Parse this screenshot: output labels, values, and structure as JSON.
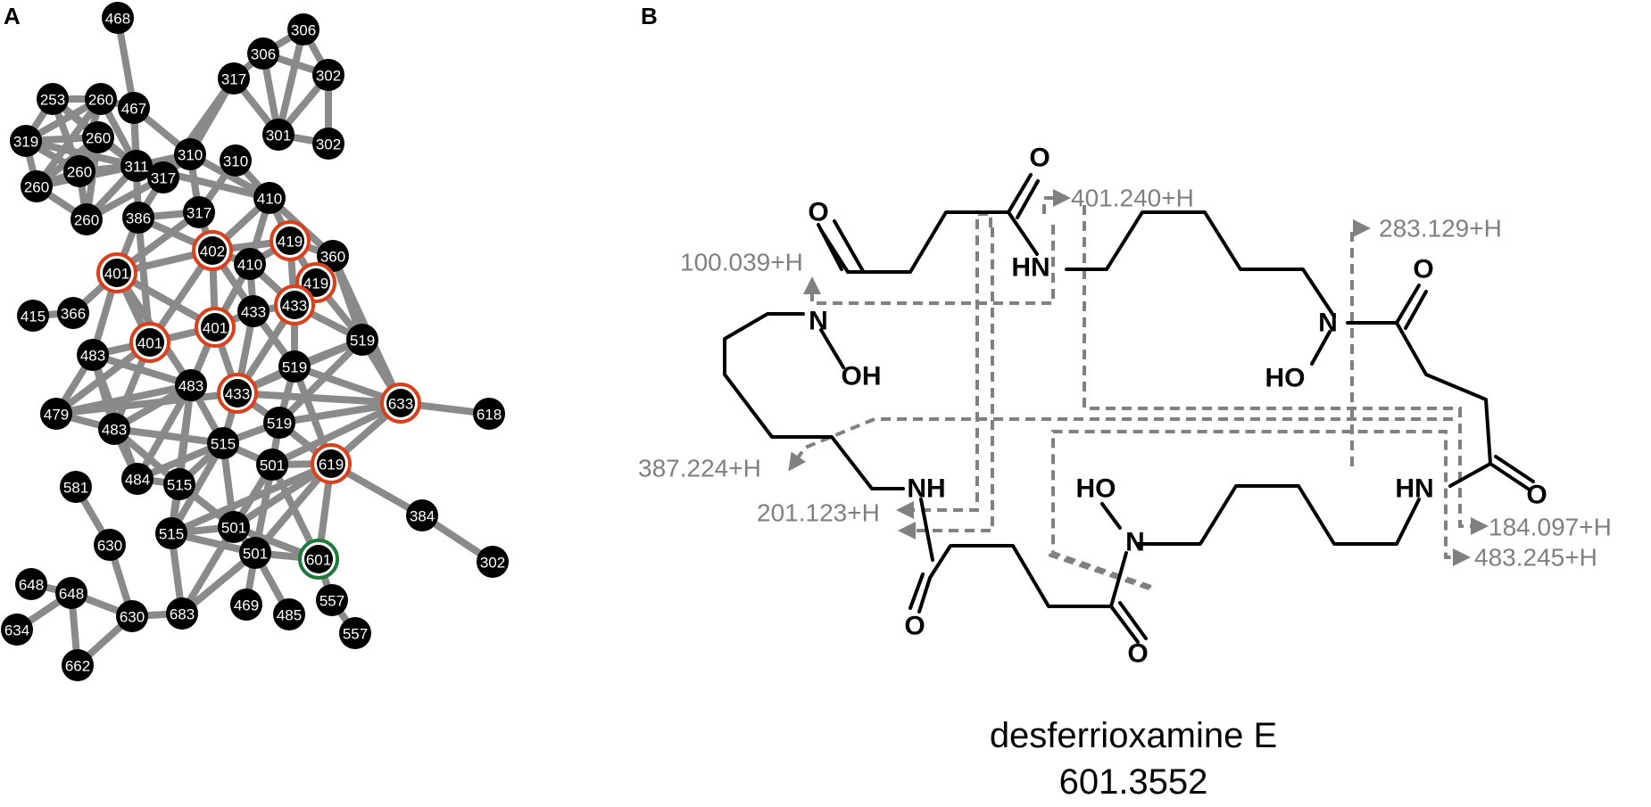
{
  "panels": {
    "a": "A",
    "b": "B"
  },
  "colors": {
    "edge": "#8a8a8a",
    "node": "#000000",
    "node_text": "#ffffff",
    "highlight": "#d9401b",
    "target": "#1e7a3a",
    "fragment": "#808080"
  },
  "network": {
    "nodes": [
      {
        "id": "n468",
        "label": "468"
      },
      {
        "id": "n306a",
        "label": "306"
      },
      {
        "id": "n306b",
        "label": "306"
      },
      {
        "id": "n302a",
        "label": "302"
      },
      {
        "id": "n302b",
        "label": "302"
      },
      {
        "id": "n301",
        "label": "301"
      },
      {
        "id": "n317a",
        "label": "317"
      },
      {
        "id": "n253",
        "label": "253"
      },
      {
        "id": "n260a",
        "label": "260"
      },
      {
        "id": "n467",
        "label": "467"
      },
      {
        "id": "n319",
        "label": "319"
      },
      {
        "id": "n260b",
        "label": "260"
      },
      {
        "id": "n260c",
        "label": "260"
      },
      {
        "id": "n260d",
        "label": "260"
      },
      {
        "id": "n260e",
        "label": "260"
      },
      {
        "id": "n311",
        "label": "311"
      },
      {
        "id": "n317b",
        "label": "317"
      },
      {
        "id": "n310a",
        "label": "310"
      },
      {
        "id": "n310b",
        "label": "310"
      },
      {
        "id": "n410a",
        "label": "410"
      },
      {
        "id": "n386",
        "label": "386"
      },
      {
        "id": "n317c",
        "label": "317"
      },
      {
        "id": "n402",
        "label": "402",
        "ring": "highlight"
      },
      {
        "id": "n419a",
        "label": "419",
        "ring": "highlight"
      },
      {
        "id": "n360",
        "label": "360"
      },
      {
        "id": "n401a",
        "label": "401",
        "ring": "highlight"
      },
      {
        "id": "n410b",
        "label": "410"
      },
      {
        "id": "n419b",
        "label": "419",
        "ring": "highlight"
      },
      {
        "id": "n415",
        "label": "415"
      },
      {
        "id": "n366",
        "label": "366"
      },
      {
        "id": "n433a",
        "label": "433",
        "ring": "highlight"
      },
      {
        "id": "n433b",
        "label": "433"
      },
      {
        "id": "n401b",
        "label": "401",
        "ring": "highlight"
      },
      {
        "id": "n401c",
        "label": "401",
        "ring": "highlight"
      },
      {
        "id": "n519a",
        "label": "519"
      },
      {
        "id": "n483a",
        "label": "483"
      },
      {
        "id": "n519b",
        "label": "519"
      },
      {
        "id": "n483b",
        "label": "483"
      },
      {
        "id": "n433c",
        "label": "433",
        "ring": "highlight"
      },
      {
        "id": "n633",
        "label": "633",
        "ring": "highlight"
      },
      {
        "id": "n618",
        "label": "618"
      },
      {
        "id": "n479",
        "label": "479"
      },
      {
        "id": "n519c",
        "label": "519"
      },
      {
        "id": "n483c",
        "label": "483"
      },
      {
        "id": "n515a",
        "label": "515"
      },
      {
        "id": "n501a",
        "label": "501"
      },
      {
        "id": "n619",
        "label": "619",
        "ring": "highlight"
      },
      {
        "id": "n484",
        "label": "484"
      },
      {
        "id": "n515b",
        "label": "515"
      },
      {
        "id": "n581",
        "label": "581"
      },
      {
        "id": "n384",
        "label": "384"
      },
      {
        "id": "n501b",
        "label": "501"
      },
      {
        "id": "n630a",
        "label": "630"
      },
      {
        "id": "n515c",
        "label": "515"
      },
      {
        "id": "n601",
        "label": "601",
        "ring": "target"
      },
      {
        "id": "n501c",
        "label": "501"
      },
      {
        "id": "n302c",
        "label": "302"
      },
      {
        "id": "n648a",
        "label": "648"
      },
      {
        "id": "n648b",
        "label": "648"
      },
      {
        "id": "n557a",
        "label": "557"
      },
      {
        "id": "n630b",
        "label": "630"
      },
      {
        "id": "n683",
        "label": "683"
      },
      {
        "id": "n469",
        "label": "469"
      },
      {
        "id": "n485",
        "label": "485"
      },
      {
        "id": "n634",
        "label": "634"
      },
      {
        "id": "n557b",
        "label": "557"
      },
      {
        "id": "n662",
        "label": "662"
      }
    ]
  },
  "molecule": {
    "atoms": {
      "o_tl": "O",
      "o_top": "O",
      "o_tr": "O",
      "o_rb": "O",
      "o_bl": "O",
      "o_bc": "O",
      "hn_top": "HN",
      "n_left": "N",
      "oh_left": "OH",
      "n_right": "N",
      "ho_right": "HO",
      "nh_left": "NH",
      "ho_bottom": "HO",
      "n_bottom": "N",
      "hn_right": "HN"
    },
    "fragments": {
      "f401": "401.240+H",
      "f283": "283.129+H",
      "f100": "100.039+H",
      "f387": "387.224+H",
      "f201": "201.123+H",
      "f184": "184.097+H",
      "f483": "483.245+H"
    },
    "name": "desferrioxamine E",
    "mass": "601.3552"
  }
}
